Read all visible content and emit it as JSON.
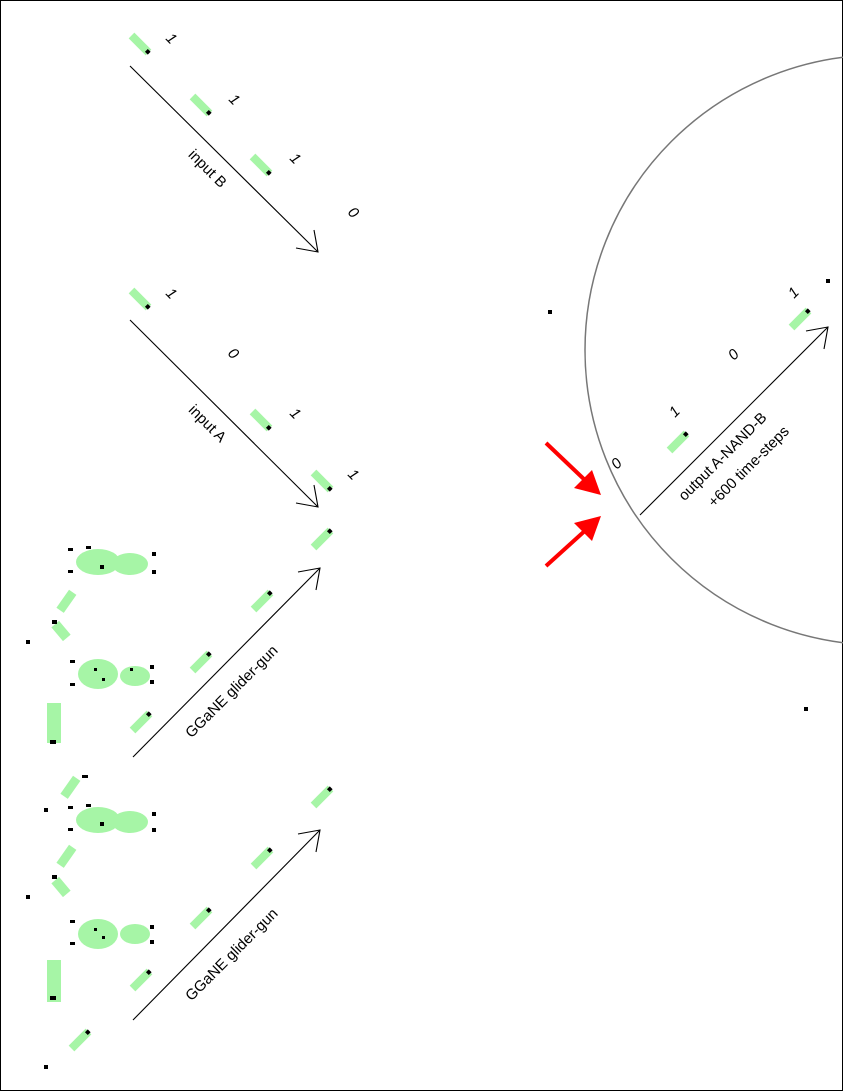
{
  "labels": {
    "input_b": "input B",
    "input_a": "input A",
    "gun_upper": "GGaNE glider-gun",
    "gun_lower": "GGaNE glider-gun",
    "output_line1": "output A-NAND-B",
    "output_line2": "+600 time-steps"
  },
  "bits": {
    "input_b": [
      "1",
      "1",
      "1",
      "0"
    ],
    "input_a": [
      "1",
      "0",
      "1",
      "1"
    ],
    "output": [
      "0",
      "1",
      "0",
      "1"
    ]
  },
  "colors": {
    "glider_fill": "#a6f5a6",
    "cell_black": "#000000",
    "pointer_red": "#ff0000",
    "circle_stroke": "#777777",
    "frame_stroke": "#000000"
  }
}
